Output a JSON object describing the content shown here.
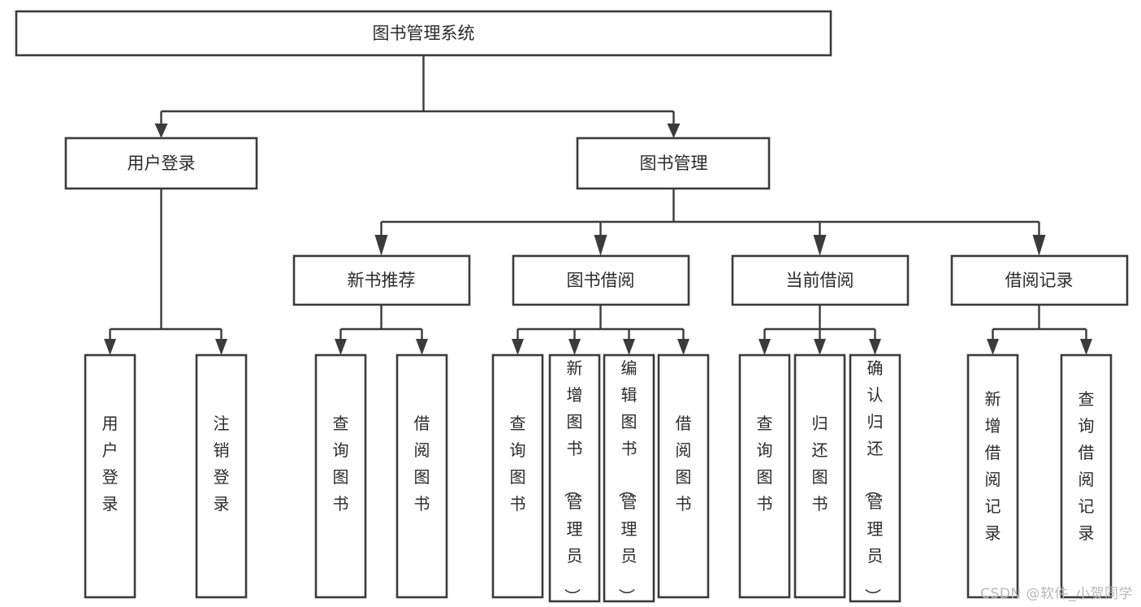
{
  "diagram": {
    "type": "tree",
    "title": "图书管理系统",
    "orientation": "top-down",
    "watermark": "CSDN @软件_小贺同学",
    "colors": {
      "box_fill": "#ffffff",
      "box_stroke": "#3b3b3b",
      "text": "#2b2b2b",
      "background": "#ffffff",
      "watermark": "#b9b9b9"
    },
    "root": {
      "label": "图书管理系统",
      "text_orientation": "horizontal"
    },
    "level1": [
      {
        "label": "用户登录",
        "text_orientation": "horizontal"
      },
      {
        "label": "图书管理",
        "text_orientation": "horizontal"
      }
    ],
    "level2": [
      {
        "label": "新书推荐",
        "text_orientation": "horizontal",
        "parent": "图书管理"
      },
      {
        "label": "图书借阅",
        "text_orientation": "horizontal",
        "parent": "图书管理"
      },
      {
        "label": "当前借阅",
        "text_orientation": "horizontal",
        "parent": "图书管理"
      },
      {
        "label": "借阅记录",
        "text_orientation": "horizontal",
        "parent": "图书管理"
      }
    ],
    "leaves": {
      "用户登录": [
        {
          "label": "用户登录",
          "text_orientation": "vertical"
        },
        {
          "label": "注销登录",
          "text_orientation": "vertical"
        }
      ],
      "新书推荐": [
        {
          "label": "查询图书",
          "text_orientation": "vertical"
        },
        {
          "label": "借阅图书",
          "text_orientation": "vertical"
        }
      ],
      "图书借阅": [
        {
          "label": "查询图书",
          "text_orientation": "vertical"
        },
        {
          "label": "新增图书（管理员）",
          "text_orientation": "vertical"
        },
        {
          "label": "编辑图书（管理员）",
          "text_orientation": "vertical"
        },
        {
          "label": "借阅图书",
          "text_orientation": "vertical"
        }
      ],
      "当前借阅": [
        {
          "label": "查询图书",
          "text_orientation": "vertical"
        },
        {
          "label": "归还图书",
          "text_orientation": "vertical"
        },
        {
          "label": "确认归还（管理员）",
          "text_orientation": "vertical"
        }
      ],
      "借阅记录": [
        {
          "label": "新增借阅记录",
          "text_orientation": "vertical"
        },
        {
          "label": "查询借阅记录",
          "text_orientation": "vertical"
        }
      ]
    }
  }
}
